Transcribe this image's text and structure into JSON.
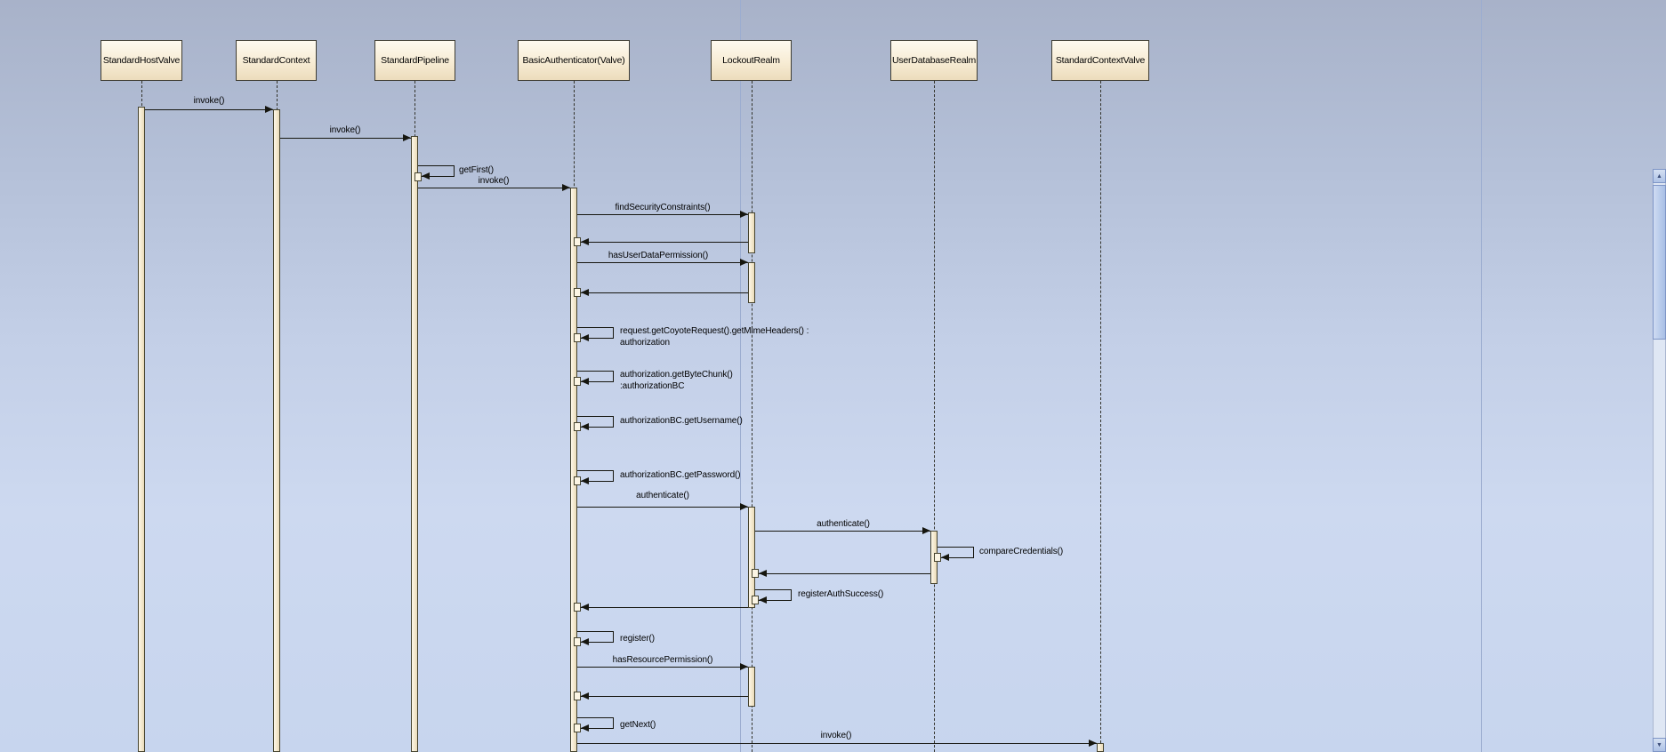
{
  "diagram": {
    "participants": [
      {
        "name": "StandardHostValve"
      },
      {
        "name": "StandardContext"
      },
      {
        "name": "StandardPipeline"
      },
      {
        "name": "BasicAuthenticator(Valve)"
      },
      {
        "name": "LockoutRealm"
      },
      {
        "name": "UserDatabaseRealm"
      },
      {
        "name": "StandardContextValve"
      }
    ],
    "messages": [
      {
        "label": "invoke()",
        "from": "StandardHostValve",
        "to": "StandardContext",
        "kind": "call"
      },
      {
        "label": "invoke()",
        "from": "StandardContext",
        "to": "StandardPipeline",
        "kind": "call"
      },
      {
        "label": "getFirst()",
        "from": "StandardPipeline",
        "to": "StandardPipeline",
        "kind": "self"
      },
      {
        "label": "invoke()",
        "from": "StandardPipeline",
        "to": "BasicAuthenticator(Valve)",
        "kind": "call"
      },
      {
        "label": "findSecurityConstraints()",
        "from": "BasicAuthenticator(Valve)",
        "to": "LockoutRealm",
        "kind": "call"
      },
      {
        "label": "",
        "from": "LockoutRealm",
        "to": "BasicAuthenticator(Valve)",
        "kind": "return"
      },
      {
        "label": "hasUserDataPermission()",
        "from": "BasicAuthenticator(Valve)",
        "to": "LockoutRealm",
        "kind": "call"
      },
      {
        "label": "",
        "from": "LockoutRealm",
        "to": "BasicAuthenticator(Valve)",
        "kind": "return"
      },
      {
        "label": "request.getCoyoteRequest().getMimeHeaders() :",
        "label2": "authorization",
        "from": "BasicAuthenticator(Valve)",
        "to": "BasicAuthenticator(Valve)",
        "kind": "self"
      },
      {
        "label": "authorization.getByteChunk()",
        "label2": ":authorizationBC",
        "from": "BasicAuthenticator(Valve)",
        "to": "BasicAuthenticator(Valve)",
        "kind": "self"
      },
      {
        "label": "authorizationBC.getUsername()",
        "from": "BasicAuthenticator(Valve)",
        "to": "BasicAuthenticator(Valve)",
        "kind": "self"
      },
      {
        "label": "authorizationBC.getPassword()",
        "from": "BasicAuthenticator(Valve)",
        "to": "BasicAuthenticator(Valve)",
        "kind": "self"
      },
      {
        "label": "authenticate()",
        "from": "BasicAuthenticator(Valve)",
        "to": "LockoutRealm",
        "kind": "call"
      },
      {
        "label": "authenticate()",
        "from": "LockoutRealm",
        "to": "UserDatabaseRealm",
        "kind": "call"
      },
      {
        "label": "compareCredentials()",
        "from": "UserDatabaseRealm",
        "to": "UserDatabaseRealm",
        "kind": "self"
      },
      {
        "label": "",
        "from": "UserDatabaseRealm",
        "to": "LockoutRealm",
        "kind": "return"
      },
      {
        "label": "registerAuthSuccess()",
        "from": "LockoutRealm",
        "to": "LockoutRealm",
        "kind": "self"
      },
      {
        "label": "",
        "from": "LockoutRealm",
        "to": "BasicAuthenticator(Valve)",
        "kind": "return"
      },
      {
        "label": "register()",
        "from": "BasicAuthenticator(Valve)",
        "to": "BasicAuthenticator(Valve)",
        "kind": "self"
      },
      {
        "label": "hasResourcePermission()",
        "from": "BasicAuthenticator(Valve)",
        "to": "LockoutRealm",
        "kind": "call"
      },
      {
        "label": "",
        "from": "LockoutRealm",
        "to": "BasicAuthenticator(Valve)",
        "kind": "return"
      },
      {
        "label": "getNext()",
        "from": "BasicAuthenticator(Valve)",
        "to": "BasicAuthenticator(Valve)",
        "kind": "self"
      },
      {
        "label": "invoke()",
        "from": "BasicAuthenticator(Valve)",
        "to": "StandardContextValve",
        "kind": "call"
      }
    ]
  },
  "scrollbar": {
    "up_glyph": "▲",
    "down_glyph": "▼"
  },
  "colors": {
    "canvas_top": "#a8b2c9",
    "canvas_bottom": "#c7d5ee",
    "participant_fill": "#f7ecd4",
    "line": "#16160f",
    "page_break_line": "#9cadd0"
  }
}
